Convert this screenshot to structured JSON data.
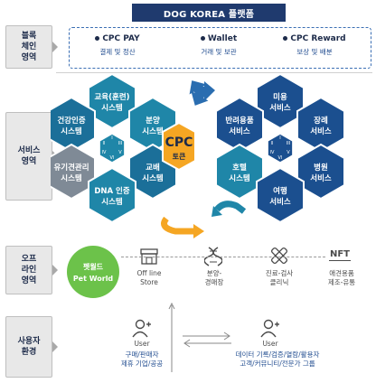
{
  "header": {
    "title": "DOG KOREA  플랫폼"
  },
  "sections": {
    "blockchain": "블록\n체인\n영역",
    "service": "서비스\n영역",
    "offline": "오프\n라인\n영역",
    "user_env": "사용자\n환경"
  },
  "blockchain_items": [
    {
      "title": "CPC PAY",
      "sub": "결제 및 정산"
    },
    {
      "title": "Wallet",
      "sub": "거래 및 보관"
    },
    {
      "title": "CPC Reward",
      "sub": "보상 및 배분"
    }
  ],
  "center": {
    "main": "CPC",
    "sub": "토큰"
  },
  "hexes_left": [
    {
      "line1": "교육(훈련)",
      "line2": "시스템"
    },
    {
      "line1": "건강인증",
      "line2": "시스템"
    },
    {
      "line1": "분양",
      "line2": "시스템"
    },
    {
      "line1": "유기견관리",
      "line2": "시스템"
    },
    {
      "line1": "교배",
      "line2": "시스템"
    },
    {
      "line1": "DNA 인증",
      "line2": "시스템"
    }
  ],
  "hexes_right": [
    {
      "line1": "미용",
      "line2": "서비스"
    },
    {
      "line1": "반려용품",
      "line2": "서비스"
    },
    {
      "line1": "장례",
      "line2": "서비스"
    },
    {
      "line1": "호텔",
      "line2": "시스템"
    },
    {
      "line1": "병원",
      "line2": "서비스"
    },
    {
      "line1": "여행",
      "line2": "서비스"
    }
  ],
  "roman": [
    "I",
    "II",
    "III",
    "IV",
    "V",
    "VI"
  ],
  "offline": {
    "petworld_line1": "펫월드",
    "petworld_line2": "Pet World",
    "items": [
      {
        "label": "Off line\nStore",
        "icon": "store-icon"
      },
      {
        "label": "분양-\n경매장",
        "icon": "dna-icon"
      },
      {
        "label": "진료-검사\n클리닉",
        "icon": "bandage-icon"
      },
      {
        "label": "애견용품\n제조-유통",
        "icon": "nft-icon"
      }
    ],
    "nft_text": "NFT"
  },
  "user_env": {
    "left": {
      "label": "User",
      "sub": "구매/판매자\n제휴 기업/공공"
    },
    "right": {
      "label": "User",
      "sub": "데이터 기록/검증/열람/활용자\n고객/커뮤니티/전문가 그룹"
    }
  },
  "colors": {
    "navy": "#1f3a6e",
    "teal": "#1f86a8",
    "orange": "#f5a623",
    "green": "#6cc24a"
  }
}
